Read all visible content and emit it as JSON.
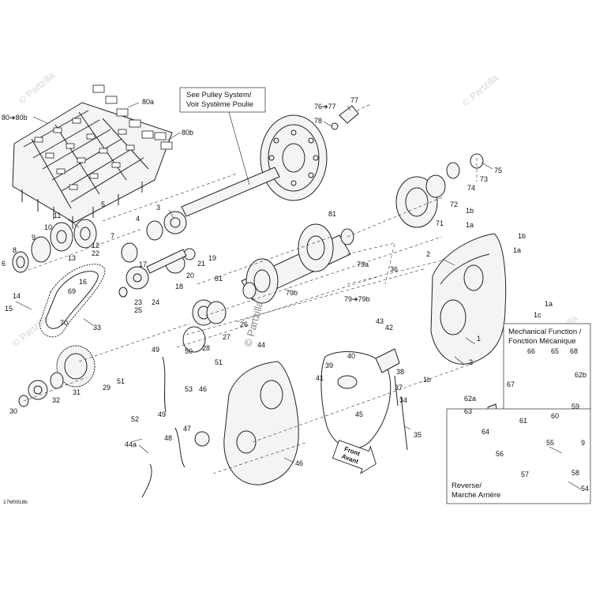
{
  "title_box": {
    "line1": "See Pulley System/",
    "line2": "Voir Système Poulie"
  },
  "mech_box": {
    "line1": "Mechanical Function /",
    "line2": "Fonction Mécanique"
  },
  "reverse_box": {
    "line1": "Reverse/",
    "line2": "Marche Arrière"
  },
  "front_arrow": {
    "line1": "Front",
    "line2": "Avant"
  },
  "watermark": {
    "center": "© Partzilla.com",
    "corner": "© Partzilla"
  },
  "drawing_code": "17M0918b",
  "labels": {
    "l80a": "80a",
    "l80_80b": "80➔80b",
    "l80b": "80b",
    "l77": "77",
    "l76_77": "76➔77",
    "l78": "78",
    "l75": "75",
    "l73": "73",
    "l74": "74",
    "l72": "72",
    "l71": "71",
    "l1b_a": "1b",
    "l1a_a": "1a",
    "l1b_b": "1b",
    "l1a_b": "1a",
    "l1a_c": "1a",
    "l1c": "1c",
    "l81_top": "81",
    "l81_mid": "81",
    "l79a": "79a",
    "l79b": "79b",
    "l79_79b": "79➔79b",
    "l2_top": "2",
    "l2_mid": "2",
    "l1": "1",
    "l1b_low": "1b",
    "l36": "36",
    "l11": "11",
    "l10": "10",
    "l9": "9",
    "l8": "8",
    "l6": "6",
    "l13": "13",
    "l5": "5",
    "l4": "4",
    "l3": "3",
    "l7": "7",
    "l12": "12",
    "l22": "22",
    "l21": "21",
    "l19": "19",
    "l20": "20",
    "l17": "17",
    "l18": "18",
    "l16": "16",
    "l69": "69",
    "l14": "14",
    "l15": "15",
    "l70": "70",
    "l33": "33",
    "l23": "23",
    "l24": "24",
    "l25": "25",
    "l26": "26",
    "l27": "27",
    "l28": "28",
    "l29": "29",
    "l30": "30",
    "l31": "31",
    "l32": "32",
    "l49_a": "49",
    "l50": "50",
    "l51_a": "51",
    "l51_b": "51",
    "l53": "53",
    "l46_a": "46",
    "l52": "52",
    "l49_b": "49",
    "l47": "47",
    "l48": "48",
    "l44a": "44a",
    "l44": "44",
    "l46_b": "46",
    "l43": "43",
    "l42": "42",
    "l40": "40",
    "l39": "39",
    "l41": "41",
    "l38": "38",
    "l37": "37",
    "l34": "34",
    "l35": "35",
    "l45": "45",
    "l66": "66",
    "l65": "65",
    "l68": "68",
    "l62b": "62b",
    "l67": "67",
    "l62a": "62a",
    "l63": "63",
    "l61": "61",
    "l64": "64",
    "l60": "60",
    "l59": "59",
    "l55": "55",
    "l9_r": "9",
    "l56": "56",
    "l57": "57",
    "l54": "54",
    "l58": "58"
  }
}
